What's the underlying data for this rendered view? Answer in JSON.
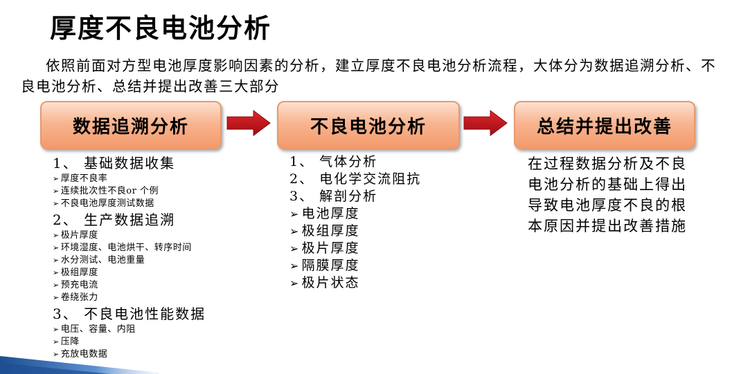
{
  "title": "厚度不良电池分析",
  "intro": "依照前面对方型电池厚度影响因素的分析，建立厚度不良电池分析流程，大体分为数据追溯分析、不良电池分析、总结并提出改善三大部分",
  "flow": {
    "step1": "数据追溯分析",
    "step2": "不良电池分析",
    "step3": "总结并提出改善"
  },
  "bullet_marker": "➢",
  "col1": {
    "h1": "1、 基础数据收集",
    "g1": [
      "厚度不良率",
      "连续批次性不良or 个例",
      "不良电池厚度测试数据"
    ],
    "h2": "2、 生产数据追溯",
    "g2": [
      "极片厚度",
      "环境湿度、电池烘干、转序时间",
      "水分测试、电池重量",
      "极组厚度",
      "预充电流",
      "卷绕张力"
    ],
    "h3": "3、 不良电池性能数据",
    "g3": [
      "电压、容量、内阻",
      "压降",
      "充放电数据"
    ]
  },
  "col2": {
    "h1": "1、 气体分析",
    "h2": "2、 电化学交流阻抗",
    "h3": "3、 解剖分析",
    "items": [
      "电池厚度",
      "极组厚度",
      "极片厚度",
      "隔膜厚度",
      "极片状态"
    ]
  },
  "col3": {
    "summary": "在过程数据分析及不良电池分析的基础上得出导致电池厚度不良的根本原因并提出改善措施"
  },
  "colors": {
    "box_top": "#fde0cf",
    "box_bottom": "#f39a6b",
    "arrow": "#c0141b",
    "corner": "#1d4f91"
  }
}
